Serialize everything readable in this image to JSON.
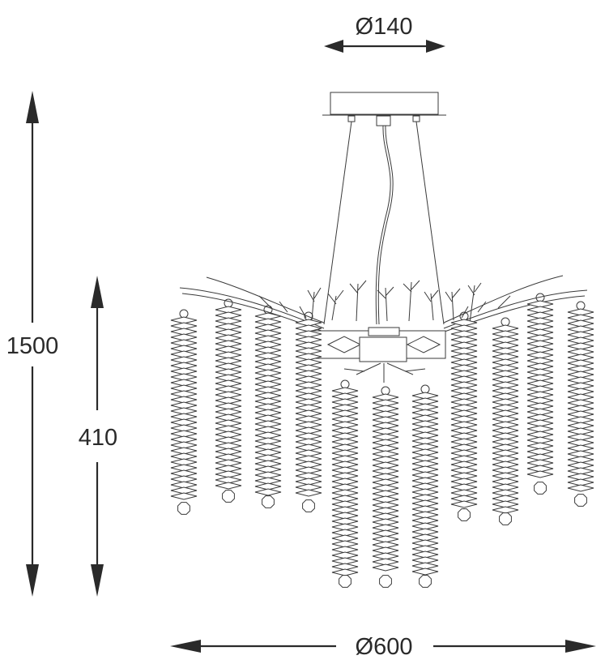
{
  "dimensions": {
    "canopy_diameter": "Ø140",
    "total_height": "1500",
    "body_height": "410",
    "body_diameter": "Ø600"
  },
  "colors": {
    "line": "#2a2a2a",
    "background": "#ffffff"
  }
}
